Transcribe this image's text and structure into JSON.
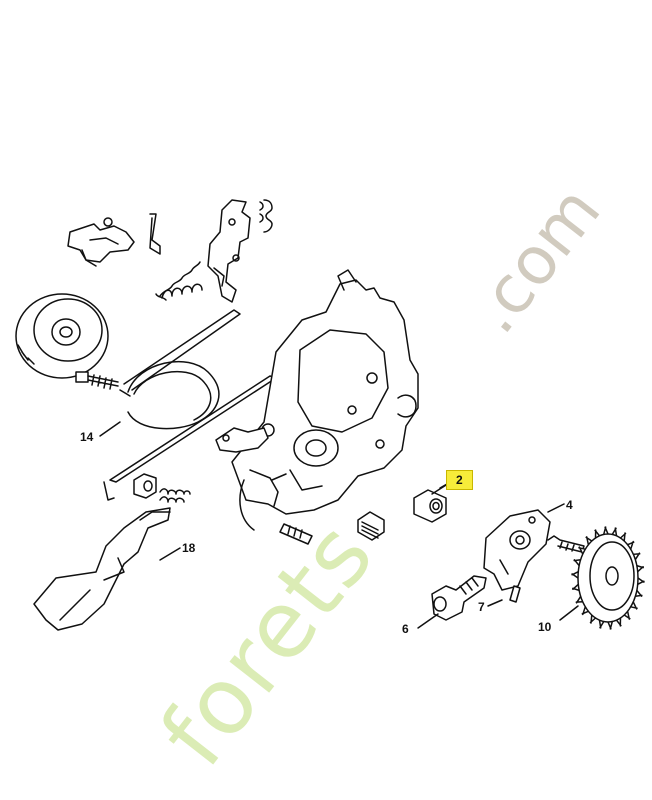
{
  "watermark": {
    "main": "forets",
    "suffix": ".com"
  },
  "callouts": {
    "c2": "2",
    "c4": "4",
    "c6": "6",
    "c7": "7",
    "c10": "10",
    "c14": "14",
    "c18": "18"
  },
  "colors": {
    "highlight": "#f7ec3a",
    "ink": "#111111"
  }
}
